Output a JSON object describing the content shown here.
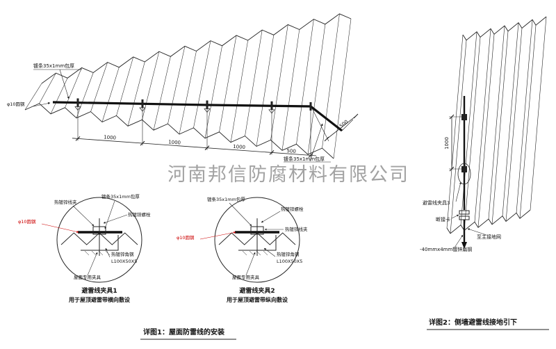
{
  "watermark": "河南邦信防腐材料有限公司",
  "colors": {
    "line": "#222222",
    "red": "#cc0000",
    "watermark": "#8c8c8c"
  },
  "roof": {
    "label_strip_top": "镀条35x1mm包厚",
    "label_round_steel": "φ10圆钢",
    "label_strip_right": "镀条35x1mm包厚",
    "dims": {
      "seg1": "1000",
      "seg2": "1000",
      "seg3": "1000",
      "seg4": "500",
      "edge": "500"
    },
    "caption": "详图1：屋面防雷线的安装"
  },
  "detail1": {
    "labels": {
      "clamp": "热镀锌线夹",
      "strip": "镀条35x1mm包厚",
      "bolt": "热镀锌螺栓",
      "round_steel": "φ10圆钢",
      "angle": "热镀锌角钢",
      "angle_size": "L100X50X5",
      "fixture": "屋面专用夹具"
    },
    "title": "避雷线夹具1",
    "subtitle": "用于屋顶避雷带横向敷设"
  },
  "detail2": {
    "labels": {
      "strip": "镀条35x1mm包厚",
      "bolt": "热镀锌螺栓",
      "clamp": "热镀锌线夹",
      "round_steel": "φ10圆钢",
      "angle": "热镀锌角钢",
      "angle_size": "L100X50X5",
      "fixture": "屋面专用夹具"
    },
    "title": "避雷线夹具2",
    "subtitle": "用于屋顶避雷带纵向敷设"
  },
  "wall": {
    "dim": "1000",
    "labels": {
      "clamp3": "避雷线夹具3",
      "disconnect": "断接卡",
      "to_ground": "至主接地网",
      "flat_steel": "-40mmx4mm镀锌扁钢"
    },
    "caption": "详图2：侧墙避雷线接地引下"
  }
}
